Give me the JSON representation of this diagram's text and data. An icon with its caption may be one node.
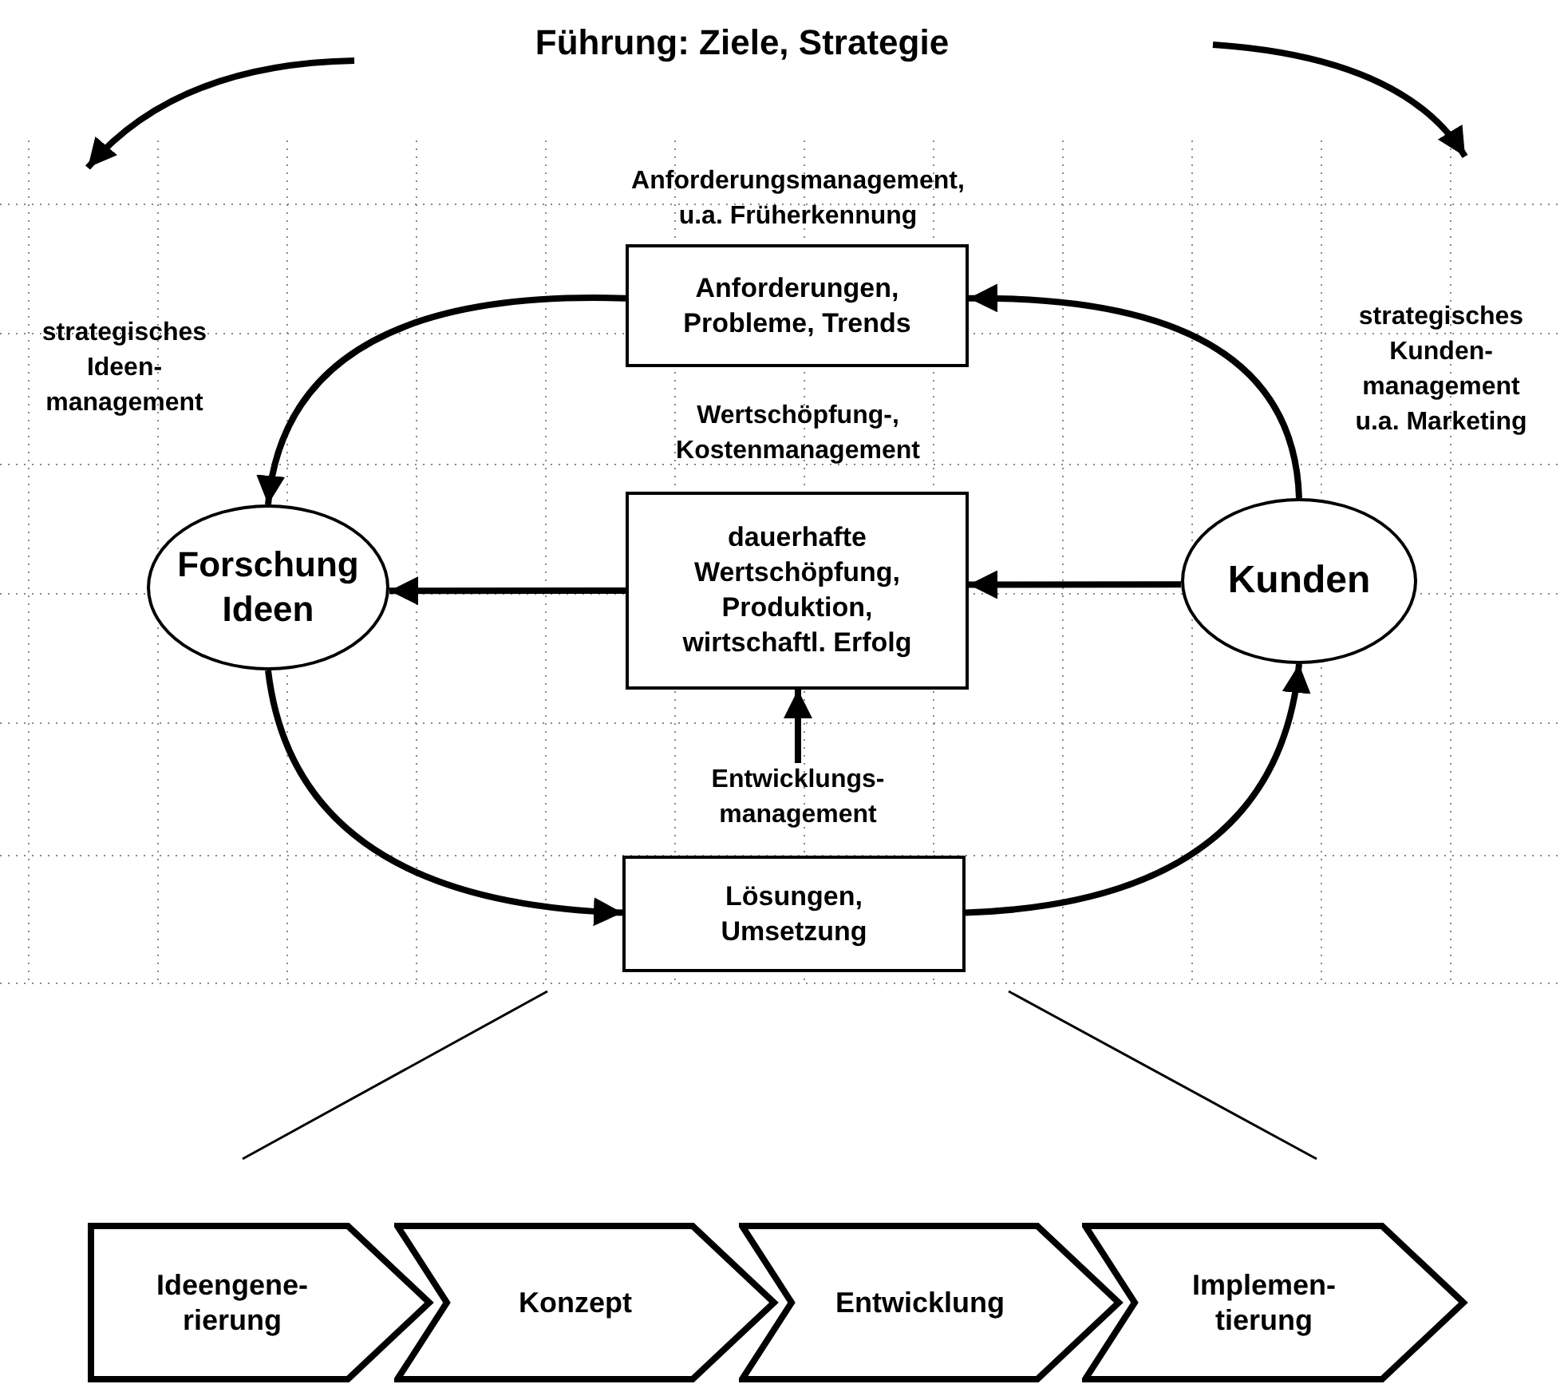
{
  "diagram": {
    "title": "Führung: Ziele, Strategie",
    "nodes": [
      {
        "text": [
          "Anforderungsmanagement, u.a. Früherkennung",
          "Anforderungen, Probleme, Trends"
        ]
      },
      {
        "text": [
          "Wertschöpfung-, Kostenmanagement",
          "dauerhafte Wertschöpfung, Produktion, wirtschaftl. Erfolg"
        ]
      },
      {
        "text": [
          "Forschung Ideen"
        ]
      },
      {
        "text": [
          "Kunden"
        ]
      },
      {
        "text": [
          "Entwicklungs- management",
          "Lösungen, Umsetzung"
        ]
      },
      {
        "text": [
          "Ideengene- rierung"
        ]
      },
      {
        "text": [
          "Konzept"
        ]
      },
      {
        "text": [
          "Entwicklung"
        ]
      },
      {
        "text": [
          "Implemen- tierung"
        ]
      }
    ],
    "edges": [
      {
        "from": 0,
        "to": 2,
        "arrow": "to"
      },
      {
        "from": 3,
        "to": 0,
        "arrow": "to"
      },
      {
        "from": 1,
        "to": 2,
        "arrow": "to"
      },
      {
        "from": 3,
        "to": 1,
        "arrow": "to"
      },
      {
        "from": 4,
        "to": 1,
        "arrow": "to"
      },
      {
        "from": 2,
        "to": 4,
        "arrow": "to"
      },
      {
        "from": 4,
        "to": 3,
        "arrow": "to"
      }
    ],
    "labels": [
      "strategisches Ideen- management",
      "strategisches Kunden- management u.a. Marketing"
    ]
  }
}
